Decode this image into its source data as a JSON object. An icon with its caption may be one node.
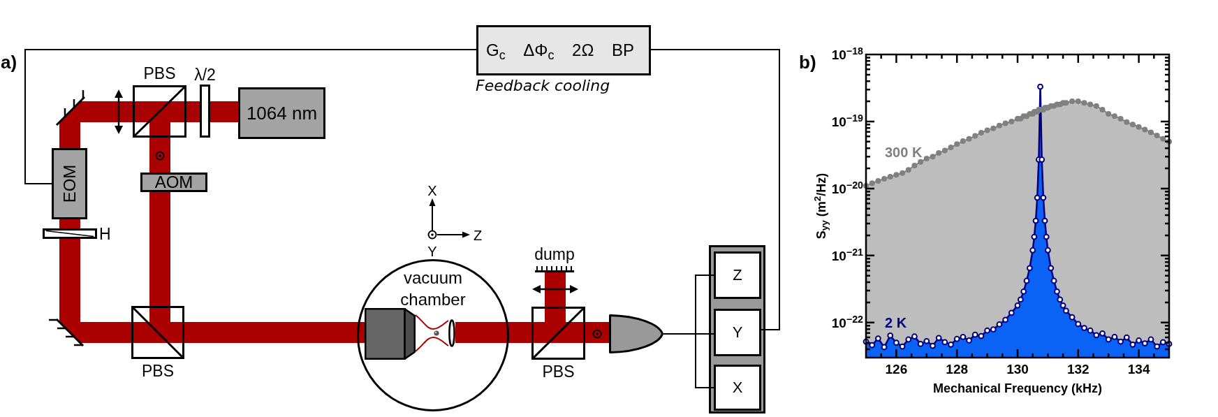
{
  "diagram": {
    "nodes": [
      {
        "text": [
          "G$_{c}$",
          "ΔΦ$_{c}$",
          "2Ω",
          "BP"
        ],
        "beside": [
          "Feedback cooling"
        ]
      },
      {
        "text": [],
        "shape": "mirror"
      },
      {
        "text": [],
        "shape": "lens"
      },
      {
        "text": [
          "PBS"
        ]
      },
      {
        "text": [
          "λ/2"
        ]
      },
      {
        "text": [
          "1064 nm"
        ]
      },
      {
        "text": [
          "EOM"
        ]
      },
      {
        "text": [
          "AOM"
        ]
      },
      {
        "text": [
          "H"
        ]
      },
      {
        "text": [
          "vacuum chamber"
        ]
      },
      {
        "text": [],
        "shape": "box",
        "in": 9
      },
      {
        "text": [],
        "shape": "lens",
        "in": 9
      },
      {
        "text": [
          "dump"
        ]
      },
      {
        "text": [],
        "shape": "lens"
      },
      {
        "text": [
          "PBS"
        ]
      },
      {
        "text": [],
        "shape": "detector"
      },
      {
        "text": [],
        "shape": "box"
      },
      {
        "text": [
          "Z"
        ],
        "in": 16
      },
      {
        "text": [
          "Y"
        ],
        "in": 16
      },
      {
        "text": [
          "X"
        ],
        "in": 16
      },
      {
        "text": [],
        "shape": "mirror"
      },
      {
        "text": [
          "PBS"
        ]
      }
    ],
    "edges": [
      {
        "from": 5,
        "to": 4,
        "arrow": "none"
      },
      {
        "from": 4,
        "to": 3,
        "arrow": "none"
      },
      {
        "from": 3,
        "to": 2,
        "arrow": "none"
      },
      {
        "from": 2,
        "to": 1,
        "arrow": "none"
      },
      {
        "from": 1,
        "to": 6,
        "arrow": "none"
      },
      {
        "from": 6,
        "to": 8,
        "arrow": "none"
      },
      {
        "from": 8,
        "to": 20,
        "arrow": "none"
      },
      {
        "from": 20,
        "to": 21,
        "arrow": "none"
      },
      {
        "from": 3,
        "to": 7,
        "arrow": "none"
      },
      {
        "from": 7,
        "to": 21,
        "arrow": "none"
      },
      {
        "from": 21,
        "to": 10,
        "arrow": "none"
      },
      {
        "from": 11,
        "to": 14,
        "arrow": "none"
      },
      {
        "from": 14,
        "to": 13,
        "arrow": "none"
      },
      {
        "from": 13,
        "to": 12,
        "arrow": "none"
      },
      {
        "from": 14,
        "to": 15,
        "arrow": "none"
      },
      {
        "from": 0,
        "to": 6,
        "arrow": "none",
        "color": "#000000"
      },
      {
        "from": 18,
        "to": 0,
        "arrow": "none",
        "color": "#000000"
      },
      {
        "from": 15,
        "to": 17,
        "arrow": "none",
        "color": "#000000"
      },
      {
        "from": 15,
        "to": 18,
        "arrow": "none",
        "color": "#000000"
      },
      {
        "from": 15,
        "to": 19,
        "arrow": "none",
        "color": "#000000"
      },
      {
        "from": 10,
        "to": 11,
        "arrow": "none"
      }
    ],
    "labels": [
      "a)",
      "b)",
      "X",
      "Z",
      "Y"
    ],
    "chart_data": {
      "type": "area",
      "xlabel": "Mechanical Frequency (kHz)",
      "ylabel": "S$_{yy}$ (m$^{2}$/Hz)",
      "log": true,
      "x": [
        125,
        125.2,
        125.4,
        125.6,
        125.8,
        126,
        126.2,
        126.4,
        126.6,
        126.8,
        127,
        127.2,
        127.4,
        127.6,
        127.8,
        128,
        128.2,
        128.4,
        128.6,
        128.8,
        129,
        129.2,
        129.4,
        129.6,
        129.8,
        130,
        130.1,
        130.2,
        130.3,
        130.4,
        130.5,
        130.55,
        130.6,
        130.65,
        130.7,
        130.75,
        130.8,
        130.85,
        130.9,
        130.95,
        131,
        131.1,
        131.2,
        131.3,
        131.4,
        131.5,
        131.6,
        131.8,
        132,
        132.2,
        132.4,
        132.6,
        132.8,
        133,
        133.2,
        133.4,
        133.6,
        133.8,
        134,
        134.2,
        134.4,
        134.6,
        134.8,
        135
      ],
      "series": [
        {
          "name": "300 K",
          "color": "#808080",
          "values": [
            1.1e-20,
            1.2e-20,
            1.3e-20,
            1.4e-20,
            1.5e-20,
            1.6e-20,
            1.7e-20,
            1.9e-20,
            2.2e-20,
            2.5e-20,
            2.8e-20,
            3e-20,
            3.4e-20,
            3.7e-20,
            4.1e-20,
            4.6e-20,
            5.1e-20,
            5.5e-20,
            6.1e-20,
            6.8e-20,
            7.4e-20,
            7.9e-20,
            8.7e-20,
            9.4e-20,
            1e-19,
            1.1e-19,
            1.1e-19,
            1.2e-19,
            1.2e-19,
            1.3e-19,
            1.3e-19,
            1.4e-19,
            1.4e-19,
            1.4e-19,
            1.5e-19,
            1.5e-19,
            1.5e-19,
            1.5e-19,
            1.6e-19,
            1.6e-19,
            1.6e-19,
            1.7e-19,
            1.7e-19,
            1.8e-19,
            1.8e-19,
            1.9e-19,
            1.9e-19,
            2e-19,
            2e-19,
            1.9e-19,
            1.8e-19,
            1.7e-19,
            1.5e-19,
            1.3e-19,
            1.2e-19,
            1.1e-19,
            9.8e-20,
            9e-20,
            8.3e-20,
            7.6e-20,
            6.9e-20,
            6.2e-20,
            5.5e-20,
            5e-20
          ]
        },
        {
          "name": "2 K",
          "color": "#000080",
          "values": [
            5.2e-23,
            4.6e-23,
            5.8e-23,
            4.3e-23,
            6.4e-23,
            5e-23,
            4.4e-23,
            5.6e-23,
            6.2e-23,
            4.8e-23,
            5.3e-23,
            4.5e-23,
            5.9e-23,
            5.1e-23,
            4.7e-23,
            5.7e-23,
            6.1e-23,
            5.4e-23,
            6.6e-23,
            6.3e-23,
            7.6e-23,
            7.9e-23,
            9.4e-23,
            1.1e-22,
            1.4e-22,
            1.8e-22,
            2.2e-22,
            2.9e-22,
            4.2e-22,
            6.5e-22,
            1.2e-21,
            1.9e-21,
            3.3e-21,
            7.3e-21,
            2.7e-20,
            3.3e-19,
            2.7e-20,
            7.3e-21,
            3.3e-21,
            1.9e-21,
            1.2e-21,
            6.5e-22,
            4.2e-22,
            2.9e-22,
            2.2e-22,
            1.8e-22,
            1.5e-22,
            1.2e-22,
            9.5e-23,
            8.3e-23,
            7.6e-23,
            6.5e-23,
            6.9e-23,
            5.6e-23,
            6.1e-23,
            5.2e-23,
            6e-23,
            4.7e-23,
            5.4e-23,
            4.9e-23,
            5.6e-23,
            4.4e-23,
            5.1e-23,
            4.8e-23
          ]
        }
      ],
      "xlim": [
        125,
        135
      ],
      "ylim": [
        3e-23,
        1e-18
      ],
      "xticks": [
        126,
        128,
        130,
        132,
        134
      ],
      "yticks": [
        {
          "value": 1e-22,
          "label": "10$^{−22}$"
        },
        {
          "value": 1e-21,
          "label": "10$^{−21}$"
        },
        {
          "value": 1e-20,
          "label": "10$^{−20}$"
        },
        {
          "value": 1e-19,
          "label": "10$^{−19}$"
        },
        {
          "value": 1e-18,
          "label": "10$^{−18}$"
        }
      ]
    }
  }
}
